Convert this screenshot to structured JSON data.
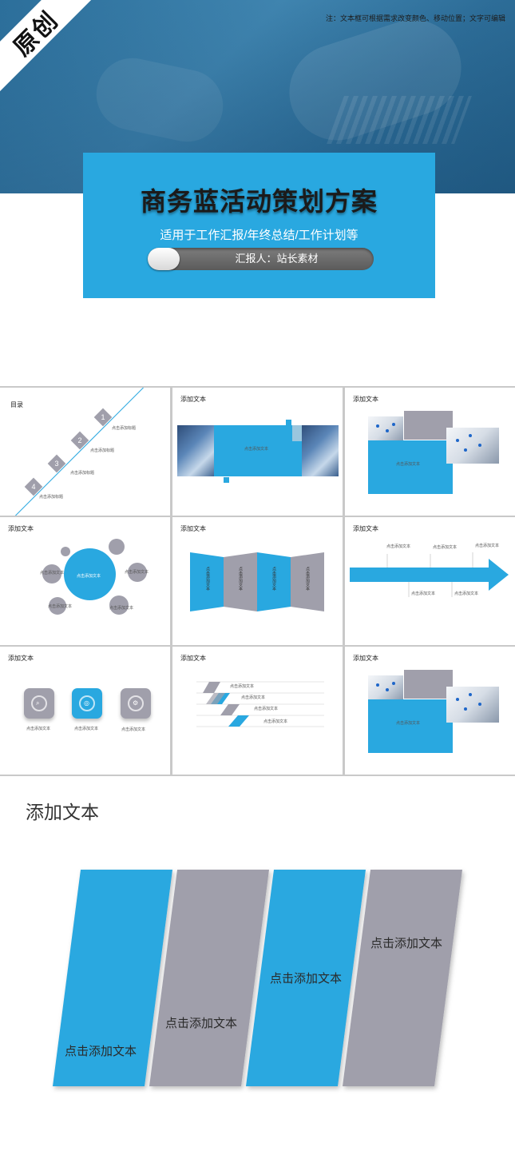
{
  "cover": {
    "badge": "原创",
    "note": "注：文本框可根据需求改变颜色、移动位置；文字可编辑",
    "title": "商务蓝活动策划方案",
    "subtitle": "适用于工作汇报/年终总结/工作计划等",
    "reporter": "汇报人：站长素材"
  },
  "thumbs": {
    "toc": {
      "title": "目录",
      "items": [
        {
          "num": "1",
          "label": "点击添加标题"
        },
        {
          "num": "2",
          "label": "点击添加标题"
        },
        {
          "num": "3",
          "label": "点击添加标题"
        },
        {
          "num": "4",
          "label": "点击添加标题"
        }
      ]
    },
    "t2": {
      "title": "添加文本",
      "center": "点击添加文本"
    },
    "t3": {
      "title": "添加文本",
      "center": "点击添加文本"
    },
    "t4": {
      "title": "添加文本",
      "center": "点击添加文本",
      "labels": [
        "点击添加文本",
        "点击添加文本",
        "点击添加文本",
        "点击添加文本"
      ]
    },
    "t5": {
      "title": "添加文本",
      "panels": [
        "点击添加文本",
        "点击添加文本",
        "点击添加文本",
        "点击添加文本"
      ]
    },
    "t6": {
      "title": "添加文本",
      "top": [
        "点击添加文本",
        "点击添加文本",
        "点击添加文本"
      ],
      "bottom": [
        "点击添加文本",
        "点击添加文本"
      ]
    },
    "t7": {
      "title": "添加文本",
      "labels": [
        "点击添加文本",
        "点击添加文本",
        "点击添加文本"
      ]
    },
    "t8": {
      "title": "添加文本",
      "rows": [
        "点击添加文本",
        "点击添加文本",
        "点击添加文本",
        "点击添加文本"
      ]
    },
    "t9": {
      "title": "添加文本",
      "center": "点击添加文本"
    }
  },
  "big": {
    "title": "添加文本",
    "panels": [
      "点击添加文本",
      "点击添加文本",
      "点击添加文本",
      "点击添加文本"
    ]
  },
  "colors": {
    "accent": "#29a8e0",
    "gray": "#a09fab"
  }
}
